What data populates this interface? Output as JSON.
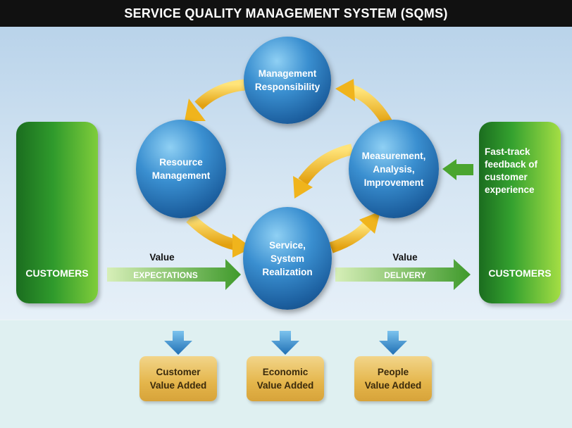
{
  "title": "SERVICE QUALITY MANAGEMENT SYSTEM (SQMS)",
  "left_panel": {
    "label": "CUSTOMERS"
  },
  "right_panel": {
    "label": "CUSTOMERS",
    "feedback_text": "Fast-track feedback of customer experience"
  },
  "processes": {
    "management": "Management\nResponsibility",
    "resource": "Resource\nManagement",
    "measurement": "Measurement,\nAnalysis,\nImprovement",
    "realization": "Service,\nSystem\nRealization"
  },
  "flows": {
    "expectations": {
      "prefix": "Value",
      "label": "EXPECTATIONS"
    },
    "delivery": {
      "prefix": "Value",
      "label": "DELIVERY"
    }
  },
  "outputs": [
    {
      "label": "Customer\nValue Added"
    },
    {
      "label": "Economic\nValue Added"
    },
    {
      "label": "People\nValue Added"
    }
  ],
  "colors": {
    "title_bar": "#111111",
    "customer_panel": "#2f9a2c",
    "process_sphere": "#2b7cc0",
    "cycle_arrow": "#f2b81a",
    "flow_arrow": "#5aa938",
    "output_box": "#e4b54a",
    "output_arrow": "#2f86c9"
  }
}
